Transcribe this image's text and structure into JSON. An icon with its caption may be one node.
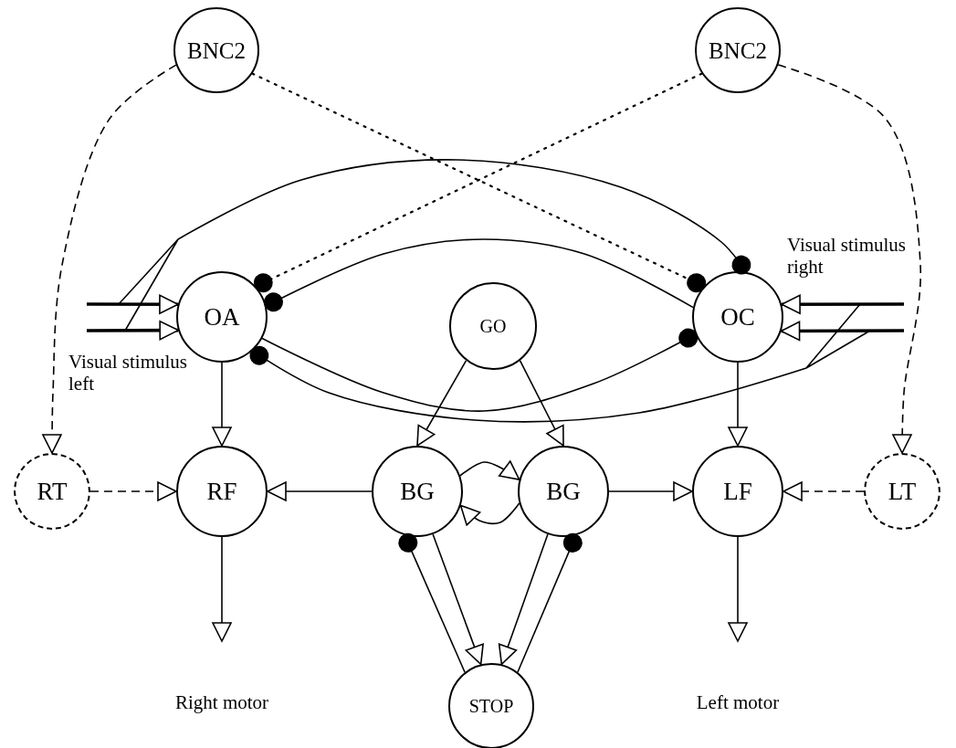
{
  "diagram": {
    "nodes": [
      {
        "text": [
          "BNC2"
        ]
      },
      {
        "text": [
          "BNC2"
        ]
      },
      {
        "text": [
          "OA"
        ]
      },
      {
        "text": [
          "GO"
        ]
      },
      {
        "text": [
          "OC"
        ]
      },
      {
        "text": [
          "RT"
        ]
      },
      {
        "text": [
          "RF"
        ]
      },
      {
        "text": [
          "BG"
        ]
      },
      {
        "text": [
          "BG"
        ]
      },
      {
        "text": [
          "LF"
        ]
      },
      {
        "text": [
          "LT"
        ]
      },
      {
        "text": [
          "STOP"
        ]
      }
    ],
    "edges": [
      {
        "from": 0,
        "to": 5,
        "arrow": "to",
        "style": "dashed"
      },
      {
        "from": 0,
        "to": 4,
        "arrow": "other",
        "style": "dashed"
      },
      {
        "from": 1,
        "to": 2,
        "arrow": "other",
        "style": "dashed"
      },
      {
        "from": 1,
        "to": 10,
        "arrow": "to",
        "style": "dashed"
      },
      {
        "from": 4,
        "to": 2,
        "arrow": "other"
      },
      {
        "from": 2,
        "to": 4,
        "arrow": "other"
      },
      {
        "from": null,
        "to": 2,
        "arrow": "to",
        "style": "thick"
      },
      {
        "from": null,
        "to": 2,
        "arrow": "to",
        "style": "thick"
      },
      {
        "from": null,
        "to": 4,
        "arrow": "other"
      },
      {
        "from": null,
        "to": 4,
        "arrow": "to",
        "style": "thick"
      },
      {
        "from": null,
        "to": 4,
        "arrow": "to",
        "style": "thick"
      },
      {
        "from": null,
        "to": 2,
        "arrow": "other"
      },
      {
        "from": 2,
        "to": 6,
        "arrow": "to"
      },
      {
        "from": 4,
        "to": 9,
        "arrow": "to"
      },
      {
        "from": 3,
        "to": 7,
        "arrow": "to"
      },
      {
        "from": 3,
        "to": 8,
        "arrow": "to"
      },
      {
        "from": 7,
        "to": 6,
        "arrow": "to"
      },
      {
        "from": 8,
        "to": 9,
        "arrow": "to"
      },
      {
        "from": 7,
        "to": 8,
        "arrow": "to"
      },
      {
        "from": 8,
        "to": 7,
        "arrow": "to"
      },
      {
        "from": 5,
        "to": 6,
        "arrow": "to",
        "style": "dashed"
      },
      {
        "from": 10,
        "to": 9,
        "arrow": "to",
        "style": "dashed"
      },
      {
        "from": 6,
        "to": null,
        "arrow": "to"
      },
      {
        "from": 9,
        "to": null,
        "arrow": "to"
      },
      {
        "from": 11,
        "to": 7,
        "arrow": "other"
      },
      {
        "from": 7,
        "to": 11,
        "arrow": "to"
      },
      {
        "from": 11,
        "to": 8,
        "arrow": "other"
      },
      {
        "from": 8,
        "to": 11,
        "arrow": "to"
      }
    ],
    "labels": [
      "Visual stimulus right",
      "Visual stimulus left",
      "Right motor",
      "Left motor"
    ]
  }
}
